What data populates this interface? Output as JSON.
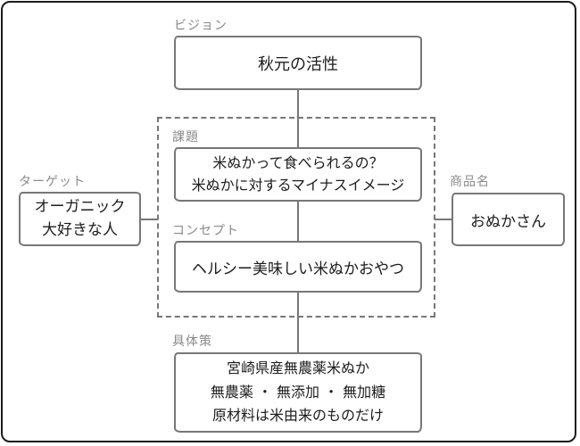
{
  "colors": {
    "frame_border": "#1b1b1b",
    "box_border": "#777777",
    "label_text": "#8a8a8a",
    "box_text": "#1d1d1d",
    "background": "#ffffff"
  },
  "diagram": {
    "vision": {
      "label": "ビジョン",
      "text": "秋元の活性"
    },
    "issue": {
      "label": "課題",
      "lines": [
        "米ぬかって食べられるの？",
        "米ぬかに対するマイナスイメージ"
      ]
    },
    "target": {
      "label": "ターゲット",
      "lines": [
        "オーガニック",
        "大好きな人"
      ]
    },
    "product": {
      "label": "商品名",
      "text": "おぬかさん"
    },
    "concept": {
      "label": "コンセプト",
      "text": "ヘルシー美味しい米ぬかおやつ"
    },
    "action": {
      "label": "具体策",
      "lines": [
        "宮崎県産無農薬米ぬか",
        "無農薬 ・ 無添加 ・ 無加糖",
        "原材料は米由来のものだけ"
      ]
    }
  }
}
